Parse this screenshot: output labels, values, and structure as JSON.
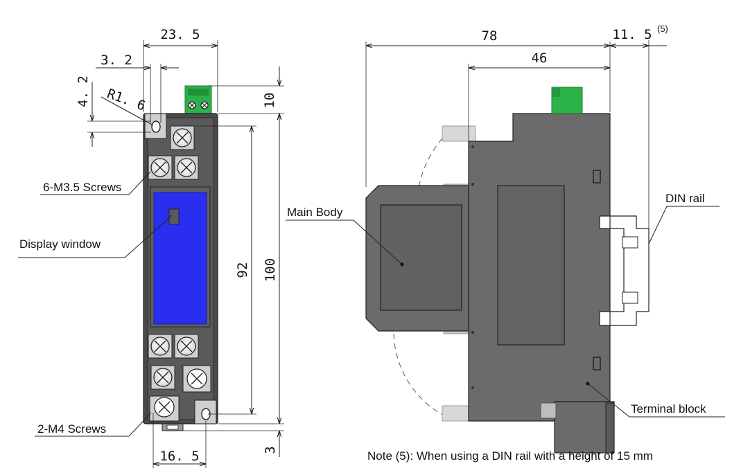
{
  "front_view": {
    "dimensions": {
      "width_top": "23. 5",
      "hole_offset_x": "3. 2",
      "hole_offset_y": "4. 2",
      "hole_radius": "R1. 6",
      "terminal_height": "10",
      "screw_pitch": "92",
      "total_height": "100",
      "bottom_width": "16. 5",
      "bottom_offset": "3"
    },
    "callouts": {
      "screws_top": "6-M3.5 Screws",
      "display_window": "Display window",
      "screws_bottom": "2-M4 Screws"
    },
    "colors": {
      "display": "#2a2ef0",
      "terminal": "#2bb24a",
      "body": "#4a4a4a"
    }
  },
  "side_view": {
    "dimensions": {
      "overall_depth": "78",
      "terminal_depth": "46",
      "rail_extra": "11. 5",
      "rail_extra_note": "(5)"
    },
    "callouts": {
      "main_body": "Main Body",
      "din_rail": "DIN rail",
      "terminal_block": "Terminal block"
    },
    "colors": {
      "body": "#6b6b6b",
      "terminal": "#2bb24a"
    }
  },
  "note": "Note (5): When using a DIN rail with a height of 15 mm"
}
